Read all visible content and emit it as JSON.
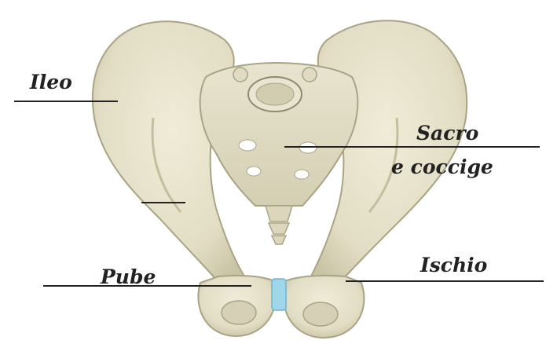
{
  "labels": {
    "ileo": "Ileo",
    "sacro_line1": "Sacro",
    "sacro_line2": "e coccige",
    "pube": "Pube",
    "ischio": "Ischio"
  },
  "colors": {
    "bone": "#e6e2cc",
    "bone_shadow": "#cbc6a8",
    "bone_dark": "#a9a386",
    "cartilage": "#9fd6ea",
    "text": "#222222"
  }
}
